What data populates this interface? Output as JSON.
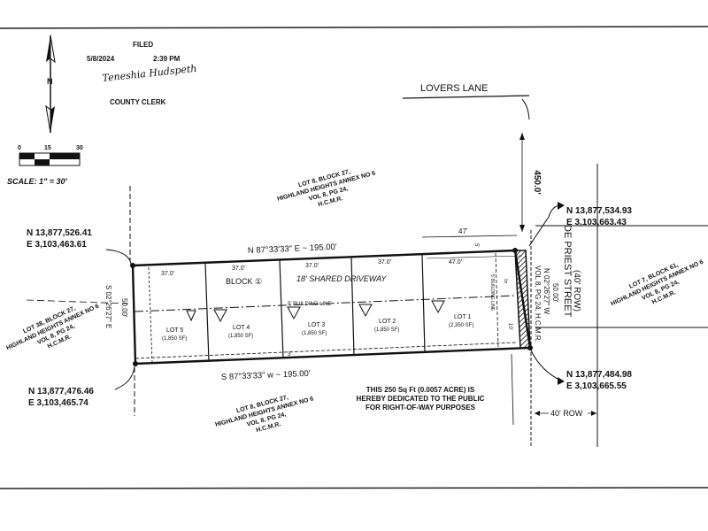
{
  "filing": {
    "filed": "FILED",
    "date": "5/8/2024",
    "time": "2:39 PM",
    "signature": "Teneshia Hudspeth",
    "clerk": "COUNTY CLERK"
  },
  "north_arrow": {
    "letter": "N"
  },
  "scale": {
    "ticks": [
      "0",
      "15",
      "30"
    ],
    "label": "SCALE: 1\" = 30'"
  },
  "streets": {
    "lovers_lane": "LOVERS LANE",
    "lovers_distance": "450.0'",
    "de_priest": "DE PRIEST STREET",
    "de_priest_row": "(40' ROW)",
    "row_width": "40' ROW"
  },
  "coords": {
    "nw": {
      "n": "N 13,877,526.41",
      "e": "E 3,103,463.61"
    },
    "sw": {
      "n": "N 13,877,476.46",
      "e": "E 3,103,465.74"
    },
    "ne": {
      "n": "N 13,877,534.93",
      "e": "E 3,103,663.43"
    },
    "se": {
      "n": "N 13,877,484.98",
      "e": "E 3,103,665.55"
    }
  },
  "bearings": {
    "north": "N 87°33'33\" E ~ 195.00'",
    "south": "S 87°33'33\" w ~ 195.00'",
    "west": "S 02°26'27\" E",
    "west_dist": "50.00'",
    "east": "N 02°26'27\" W",
    "east_dist": "50.00'",
    "east_ref": "VOL 8, PG 24, H.C.M.R."
  },
  "labels": {
    "block": "BLOCK ①",
    "driveway": "18' SHARED DRIVEWAY",
    "building_line": "5' BUILDING LINE",
    "building_line_e": "5' BUILDING LINE",
    "dim_47": "47'",
    "dim_47_0": "47.0'",
    "dim_5": "5'",
    "dim_3": "3'",
    "dim_10": "10'"
  },
  "frontage": [
    "37.0'",
    "37.0'",
    "37.0'",
    "37.0'"
  ],
  "lots": [
    {
      "name": "LOT 5",
      "area": "(1,850 SF)"
    },
    {
      "name": "LOT 4",
      "area": "(1,850 SF)"
    },
    {
      "name": "LOT 3",
      "area": "(1,850 SF)"
    },
    {
      "name": "LOT 2",
      "area": "(1,850 SF)"
    },
    {
      "name": "LOT 1",
      "area": "(2,350 SF)"
    }
  ],
  "adjacent": {
    "north": [
      "LOT 8, BLOCK 27,",
      "HIGHLAND HEIGHTS ANNEX NO 6",
      "VOL 8, PG 24,",
      "H.C.M.R."
    ],
    "south": [
      "LOT 8, BLOCK 27,",
      "HIGHLAND HEIGHTS ANNEX NO 6",
      "VOL 8, PG 24,",
      "H.C.M.R."
    ],
    "west": [
      "LOT 38, BLOCK 27,",
      "HIGHLAND HEIGHTS ANNEX NO 6",
      "VOL 8, PG 24,",
      "H.C.M.R."
    ],
    "east": [
      "LOT 7, BLOCK 61,",
      "HIGHLAND HEIGHTS ANNEX NO 6",
      "VOL 8, PG 24,",
      "H.C.M.R."
    ]
  },
  "dedication": [
    "THIS 250 Sq Ft (0.0057 ACRE) IS",
    "HEREBY DEDICATED TO THE PUBLIC",
    "FOR RIGHT-OF-WAY PURPOSES"
  ]
}
